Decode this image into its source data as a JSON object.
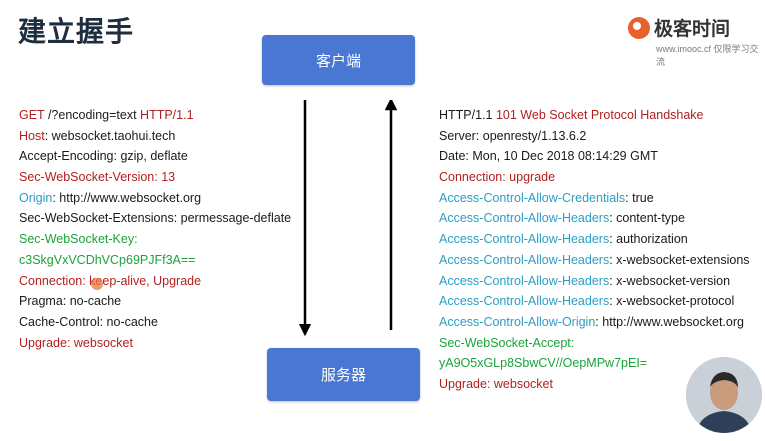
{
  "slide": {
    "title": "建立握手"
  },
  "brand": {
    "name": "极客时间",
    "watermark": "www.imooc.cf 仅限学习交流"
  },
  "boxes": {
    "client": "客户端",
    "server": "服务器"
  },
  "request": {
    "lines": [
      {
        "key": "GET ",
        "val": "/?encoding=text ",
        "key2": "HTTP/1.1"
      },
      {
        "key": "Host",
        "val": ": websocket.taohui.tech"
      },
      {
        "key": "",
        "val": "Accept-Encoding: gzip, deflate"
      },
      {
        "key": "Sec-WebSocket-Version: 13",
        "val": ""
      },
      {
        "key": "Origin",
        "val": ": http://www.websocket.org"
      },
      {
        "key": "",
        "val": "Sec-WebSocket-Extensions: permessage-deflate"
      },
      {
        "key": "Sec-WebSocket-Key:",
        "val": ""
      },
      {
        "key": "c3SkgVxVCDhVCp69PJFf3A==",
        "val": ""
      },
      {
        "key": "Connection: keep-alive, Upgrade",
        "val": ""
      },
      {
        "key": "",
        "val": "Pragma: no-cache"
      },
      {
        "key": "",
        "val": "Cache-Control: no-cache"
      },
      {
        "key": "Upgrade: websocket",
        "val": ""
      }
    ]
  },
  "response": {
    "lines": [
      {
        "pre": "HTTP/1.1 ",
        "key": "101 Web Socket Protocol Handshake",
        "val": ""
      },
      {
        "pre": "",
        "key": "",
        "val": "Server: openresty/1.13.6.2"
      },
      {
        "pre": "",
        "key": "",
        "val": "Date: Mon, 10 Dec 2018 08:14:29 GMT"
      },
      {
        "pre": "",
        "key": "Connection: upgrade",
        "val": ""
      },
      {
        "pre": "",
        "key": "Access-Control-Allow-Credentials",
        "val": ": true"
      },
      {
        "pre": "",
        "key": "Access-Control-Allow-Headers",
        "val": ": content-type"
      },
      {
        "pre": "",
        "key": "Access-Control-Allow-Headers",
        "val": ": authorization"
      },
      {
        "pre": "",
        "key": "Access-Control-Allow-Headers",
        "val": ": x-websocket-extensions"
      },
      {
        "pre": "",
        "key": "Access-Control-Allow-Headers",
        "val": ": x-websocket-version"
      },
      {
        "pre": "",
        "key": "Access-Control-Allow-Headers",
        "val": ": x-websocket-protocol"
      },
      {
        "pre": "",
        "key": "Access-Control-Allow-Origin",
        "val": ": http://www.websocket.org"
      },
      {
        "pre": "",
        "key": "Sec-WebSocket-Accept:",
        "val": ""
      },
      {
        "pre": "",
        "key": "yA9O5xGLp8SbwCV//OepMPw7pEI=",
        "val": ""
      },
      {
        "pre": "",
        "key": "Upgrade: websocket",
        "val": ""
      }
    ]
  },
  "colors": {
    "red": "#b21f1f",
    "teal": "#2a9fc4",
    "green": "#1aa33a",
    "box": "#4a77d4",
    "brand": "#e8602c"
  }
}
